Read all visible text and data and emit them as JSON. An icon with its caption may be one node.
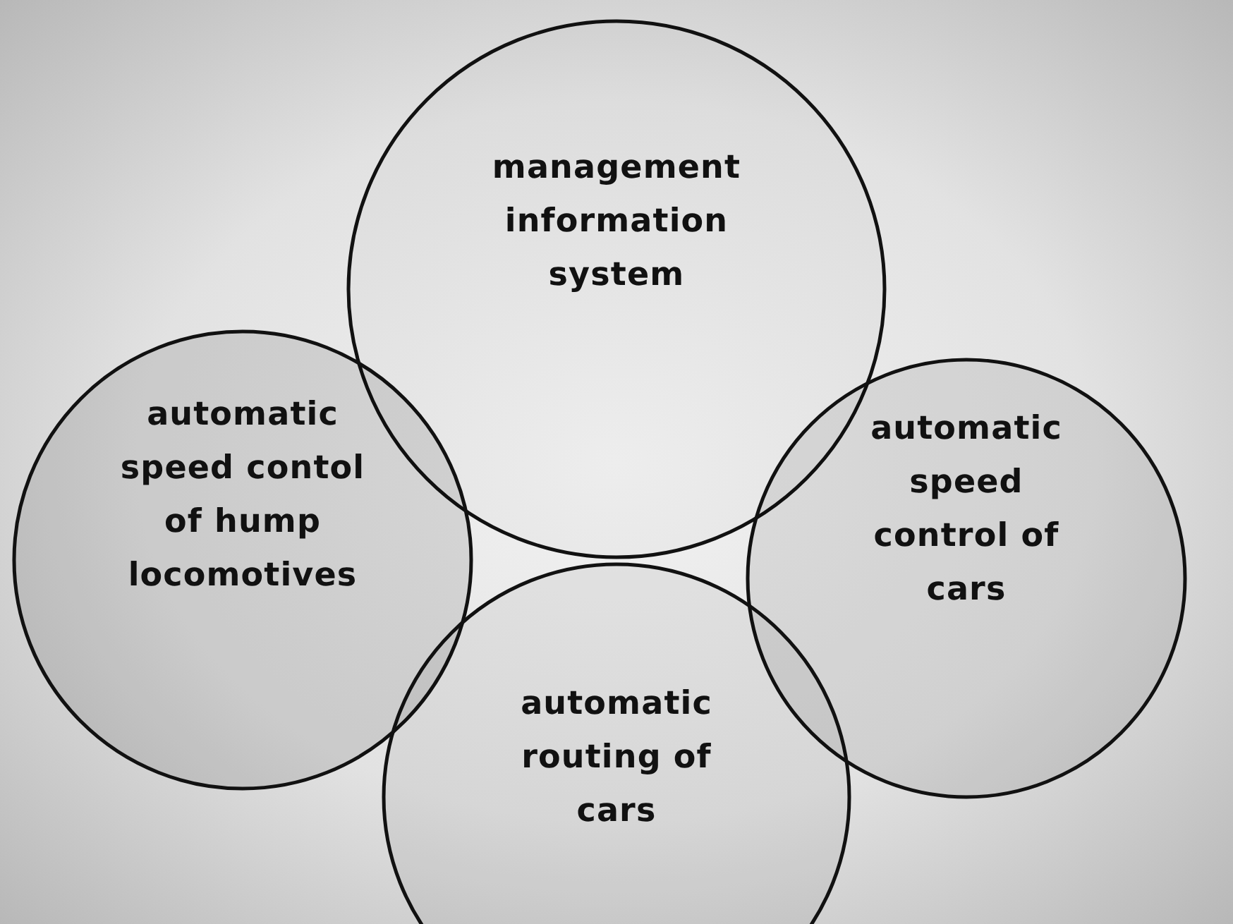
{
  "diagram": {
    "nodes": [
      {
        "text": [
          "management information system"
        ]
      },
      {
        "text": [
          "automatic speed contol of hump locomotives"
        ]
      },
      {
        "text": [
          "automatic speed control of cars"
        ]
      },
      {
        "text": [
          "automatic routing of cars"
        ]
      }
    ]
  }
}
